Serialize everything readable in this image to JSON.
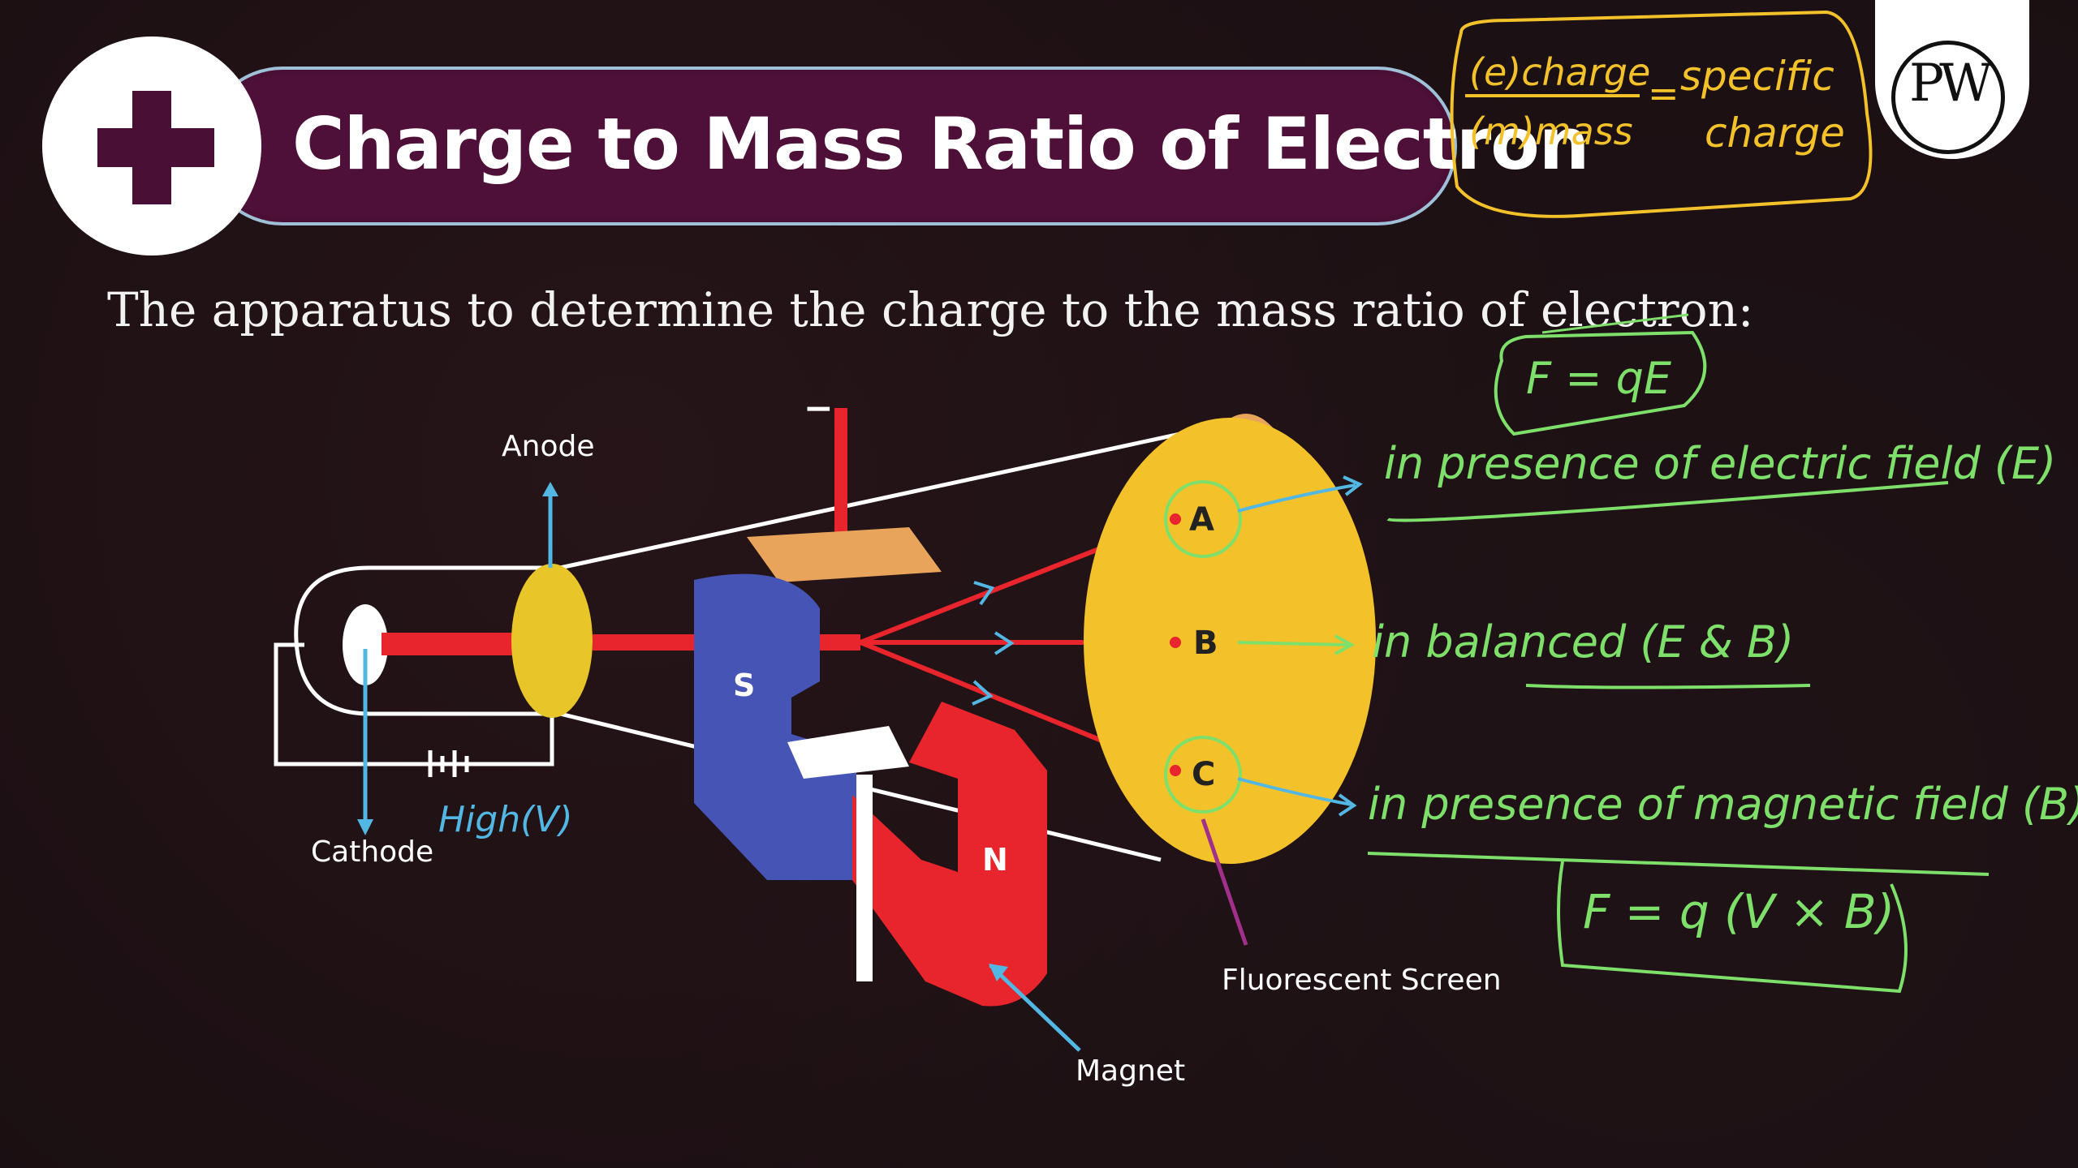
{
  "header": {
    "title": "Charge to Mass Ratio of Electron"
  },
  "subtitle": "The apparatus to determine the charge to the mass ratio of electron:",
  "diagram": {
    "labels": {
      "anode": "Anode",
      "cathode": "Cathode",
      "fluorescent_screen": "Fluorescent Screen",
      "magnet": "Magnet",
      "pole_s": "S",
      "pole_n": "N",
      "point_a": "A",
      "point_b": "B",
      "point_c": "C",
      "minus_sign": "−"
    }
  },
  "annotations": {
    "box_top_num": "(e)charge",
    "box_top_den": "(m)mass",
    "box_top_eq": "=",
    "box_top_rhs_1": "specific",
    "box_top_rhs_2": "charge",
    "high_v": "High(V)",
    "electric_force": "F = qE",
    "note_a": "in presence of electric field (E)",
    "note_b": "in balanced (E & B)",
    "note_c": "in presence of magnetic field (B)",
    "magnetic_force": "F = q (V × B)"
  },
  "colors": {
    "title_bg": "#4a0f35",
    "beam": "#e8242c",
    "screen": "#f3c22b",
    "magnet_blue": "#4654b5",
    "magnet_red": "#e8242c",
    "handwriting_green": "#7ee06a",
    "handwriting_yellow": "#f3c22b",
    "handwriting_cyan": "#52b7e3"
  }
}
